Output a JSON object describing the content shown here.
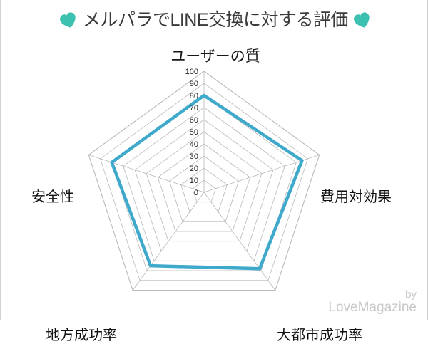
{
  "header": {
    "title": "メルパラでLINE交換に対する評価",
    "heart_left_icon": "heart-icon",
    "heart_right_icon": "heart-icon",
    "accent_color": "#3cc0b0"
  },
  "watermark": {
    "by": "by",
    "name": "LoveMagazine"
  },
  "chart_data": {
    "type": "radar",
    "title": "ユーザーの質",
    "categories": [
      "ユーザーの質",
      "費用対効果",
      "大都市成功率",
      "地方成功率",
      "安全性"
    ],
    "values": [
      80,
      85,
      78,
      75,
      80
    ],
    "series": [
      {
        "name": "メルパラ",
        "values": [
          80,
          85,
          78,
          75,
          80
        ]
      }
    ],
    "ticks": [
      0,
      10,
      20,
      30,
      40,
      50,
      60,
      70,
      80,
      90,
      100
    ],
    "tick_labels": [
      "0",
      "10",
      "20",
      "30",
      "40",
      "50",
      "60",
      "70",
      "80",
      "90",
      "100"
    ],
    "rlim": [
      0,
      100
    ],
    "grid": true,
    "legend": "none",
    "line_color": "#3fa9cc",
    "grid_color": "#b9b9b9",
    "xlabel": "",
    "ylabel": ""
  },
  "axis_labels": {
    "top": "ユーザーの質",
    "right": "費用対効果",
    "bottom_right": "大都市成功率",
    "bottom_left": "地方成功率",
    "left": "安全性"
  }
}
